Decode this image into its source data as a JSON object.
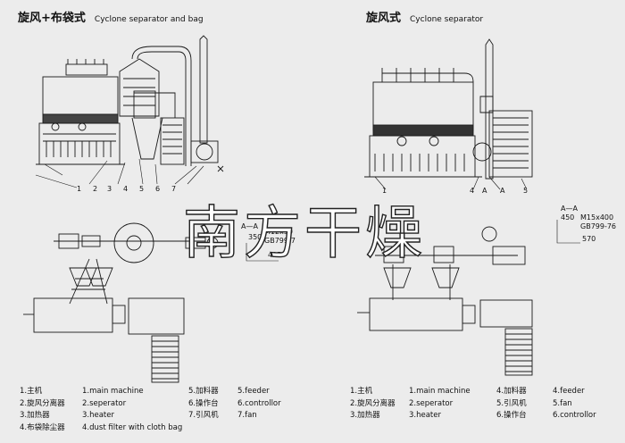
{
  "left_title": {
    "cn": "旋风+布袋式",
    "en": "Cyclone separator and bag"
  },
  "right_title": {
    "cn": "旋风式",
    "en": "Cyclone separator"
  },
  "watermark": "南方干燥",
  "left_callouts": [
    "1",
    "2",
    "3",
    "4",
    "5",
    "6",
    "7"
  ],
  "right_callouts": [
    "1",
    "4",
    "5",
    "A",
    "A"
  ],
  "left_section": {
    "label": "A—A",
    "dim": "350",
    "bolt": "M12x30",
    "std": "GB799-7",
    "side": "495"
  },
  "right_section": {
    "label": "A—A",
    "dim": "450",
    "bolt": "M15x400",
    "std": "GB799-76",
    "side": "570"
  },
  "left_legend": [
    {
      "cn": "1.主机",
      "en": "1.main machine"
    },
    {
      "cn": "2.旋风分离器",
      "en": "2.seperator"
    },
    {
      "cn": "3.加热器",
      "en": "3.heater"
    },
    {
      "cn": "4.布袋除尘器",
      "en": "4.dust filter with cloth bag"
    }
  ],
  "left_legend_2": [
    {
      "cn": "5.加料器",
      "en": "5.feeder"
    },
    {
      "cn": "6.操作台",
      "en": "6.controllor"
    },
    {
      "cn": "7.引风机",
      "en": "7.fan"
    }
  ],
  "right_legend": [
    {
      "cn": "1.主机",
      "en": "1.main machine"
    },
    {
      "cn": "2.旋风分离器",
      "en": "2.seperator"
    },
    {
      "cn": "3.加热器",
      "en": "3.heater"
    }
  ],
  "right_legend_2": [
    {
      "cn": "4.加料器",
      "en": "4.feeder"
    },
    {
      "cn": "5.引风机",
      "en": "5.fan"
    },
    {
      "cn": "6.操作台",
      "en": "6.controllor"
    }
  ]
}
